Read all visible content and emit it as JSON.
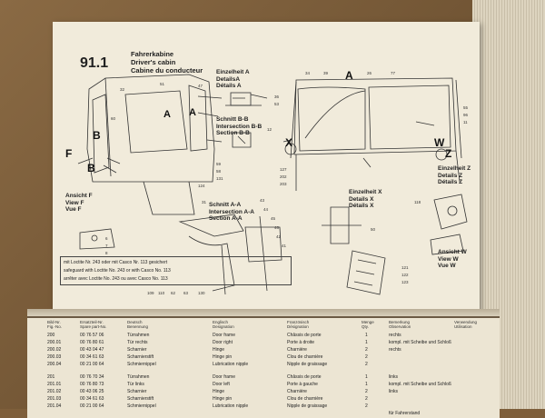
{
  "section_number": "91.1",
  "titles": [
    "Fahrerkabine",
    "Driver's cabin",
    "Cabine du conducteur"
  ],
  "view_labels": {
    "einzelheit_a": [
      "Einzelheit A",
      "DetailsA",
      "Détails A"
    ],
    "schnitt_bb": [
      "Schnitt B-B",
      "Intersection B-B",
      "Section B-B"
    ],
    "schnitt_aa": [
      "Schnitt A-A",
      "Intersection A-A",
      "Section A-A"
    ],
    "einzelheit_x": [
      "Einzelheit X",
      "Details X",
      "Détails X"
    ],
    "einzelheit_z": [
      "Einzelheit Z",
      "Details Z",
      "Détails Z"
    ],
    "ansicht_f": [
      "Ansicht F",
      "View F",
      "Vue F"
    ],
    "ansicht_w": [
      "Ansicht W",
      "View W",
      "Vue W"
    ]
  },
  "big_letters": {
    "a1": "A",
    "a2": "A",
    "a3": "A",
    "b1": "B",
    "b2": "B",
    "f": "F",
    "x": "X",
    "w": "W",
    "z": "Z"
  },
  "notes": [
    "mit Loctite Nr. 243 oder mit Casco Nr. 113 gesichert",
    "safeguard with Loctite No. 243 or with Casco No. 113",
    "arrêter avec Loctite No. 243 ou avec Casco No. 113"
  ],
  "table_headers": {
    "bild_nr": [
      "Bild-Nr.",
      "Fig.-No."
    ],
    "ersatzteil": [
      "Ersatzteil-Nr.",
      "Spare part-No."
    ],
    "deutsch": [
      "Deutsch",
      "Benennung"
    ],
    "englisch": [
      "Englisch",
      "Designation"
    ],
    "franz": [
      "Französisch",
      "Désignation"
    ],
    "menge": [
      "Menge",
      "Qty."
    ],
    "bemerkung": [
      "Bemerkung",
      "Observation"
    ],
    "verwendung": [
      "Verwendung",
      "Utilisation"
    ]
  },
  "rows": [
    {
      "fig": "200",
      "part": "00 76 57 06",
      "de": "Türrahmen",
      "en": "Door frame",
      "fr": "Châssis de porte",
      "qty": "1",
      "remark": "rechts"
    },
    {
      "fig": "200.01",
      "part": "00 76 80 61",
      "de": "Tür rechts",
      "en": "Door right",
      "fr": "Porte à droite",
      "qty": "1",
      "remark": "kompl. mit Scheibe und Schloß"
    },
    {
      "fig": "200.02",
      "part": "00 43 04 47",
      "de": "Scharnier",
      "en": "Hinge",
      "fr": "Charnière",
      "qty": "2",
      "remark": "rechts"
    },
    {
      "fig": "200.03",
      "part": "00 34 61 63",
      "de": "Scharnierstift",
      "en": "Hinge pin",
      "fr": "Clou de charnière",
      "qty": "2",
      "remark": ""
    },
    {
      "fig": "200.04",
      "part": "00 21 00 64",
      "de": "Schmiernippel",
      "en": "Lubrication nipple",
      "fr": "Nipple de graissage",
      "qty": "2",
      "remark": ""
    },
    {
      "fig": "201",
      "part": "00 76 70 34",
      "de": "Türrahmen",
      "en": "Door frame",
      "fr": "Châssis de porte",
      "qty": "1",
      "remark": "links"
    },
    {
      "fig": "201.01",
      "part": "00 76 80 73",
      "de": "Tür links",
      "en": "Door left",
      "fr": "Porte à gauche",
      "qty": "1",
      "remark": "kompl. mit Scheibe und Schloß"
    },
    {
      "fig": "201.02",
      "part": "00 43 06 25",
      "de": "Scharnier",
      "en": "Hinge",
      "fr": "Charnière",
      "qty": "2",
      "remark": "links"
    },
    {
      "fig": "201.03",
      "part": "00 34 61 63",
      "de": "Scharnierstift",
      "en": "Hinge pin",
      "fr": "Clou de charnière",
      "qty": "2",
      "remark": ""
    },
    {
      "fig": "201.04",
      "part": "00 21 00 64",
      "de": "Schmiernippel",
      "en": "Lubrication nipple",
      "fr": "Nipple de graissage",
      "qty": "2",
      "remark": ""
    },
    {
      "fig": "",
      "part": "",
      "de": "",
      "en": "",
      "fr": "",
      "qty": "",
      "remark": "für Fahrerstand"
    }
  ],
  "part_numbers": [
    "32",
    "51",
    "47",
    "60",
    "59",
    "58",
    "131",
    "31",
    "34",
    "39",
    "26",
    "77",
    "36",
    "53",
    "55",
    "96",
    "11",
    "118",
    "43",
    "44",
    "45",
    "46",
    "42",
    "41",
    "127",
    "202",
    "203",
    "109",
    "110",
    "62",
    "63",
    "130",
    "6",
    "7",
    "8",
    "50",
    "124",
    "121",
    "122",
    "123",
    "12"
  ]
}
